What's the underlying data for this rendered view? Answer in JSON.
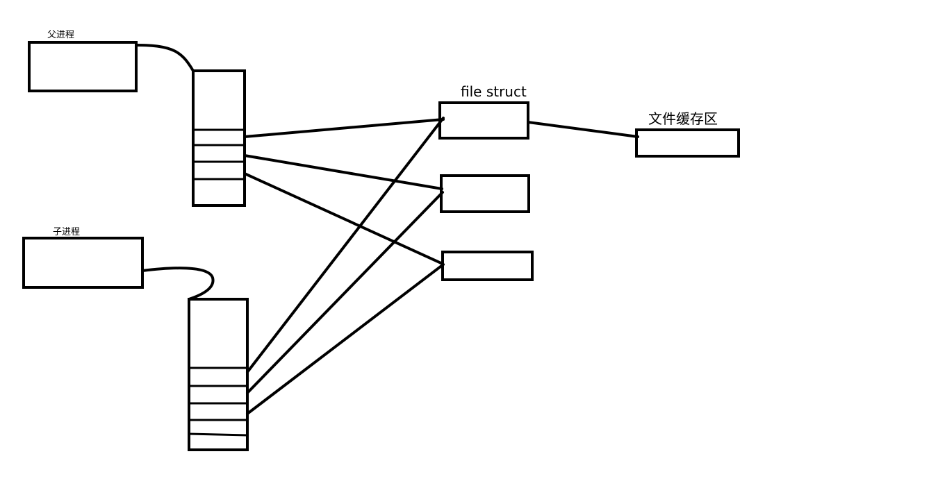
{
  "labels": {
    "parent_process": "父进程",
    "child_process": "子进程",
    "file_struct": "file struct",
    "file_buffer": "文件缓存区"
  },
  "colors": {
    "background": "#ffffff",
    "stroke": "#000000"
  }
}
